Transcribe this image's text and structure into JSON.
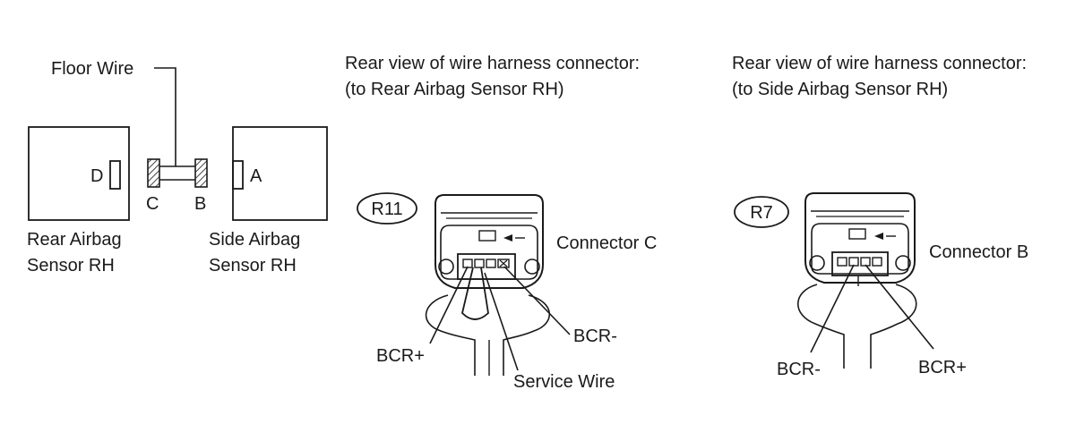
{
  "left_diagram": {
    "floor_wire": "Floor Wire",
    "rear_sensor_terminal": "D",
    "side_sensor_terminal": "A",
    "connector_left": "C",
    "connector_right": "B",
    "rear_sensor_line1": "Rear Airbag",
    "rear_sensor_line2": "Sensor RH",
    "side_sensor_line1": "Side Airbag",
    "side_sensor_line2": "Sensor RH"
  },
  "middle_connector": {
    "title_line1": "Rear view of wire harness connector:",
    "title_line2": "(to Rear Airbag Sensor RH)",
    "code": "R11",
    "name": "Connector C",
    "pin_plus": "BCR+",
    "pin_minus": "BCR-",
    "service_wire": "Service Wire"
  },
  "right_connector": {
    "title_line1": "Rear view of wire harness connector:",
    "title_line2": "(to Side Airbag Sensor RH)",
    "code": "R7",
    "name": "Connector B",
    "pin_minus": "BCR-",
    "pin_plus": "BCR+"
  }
}
